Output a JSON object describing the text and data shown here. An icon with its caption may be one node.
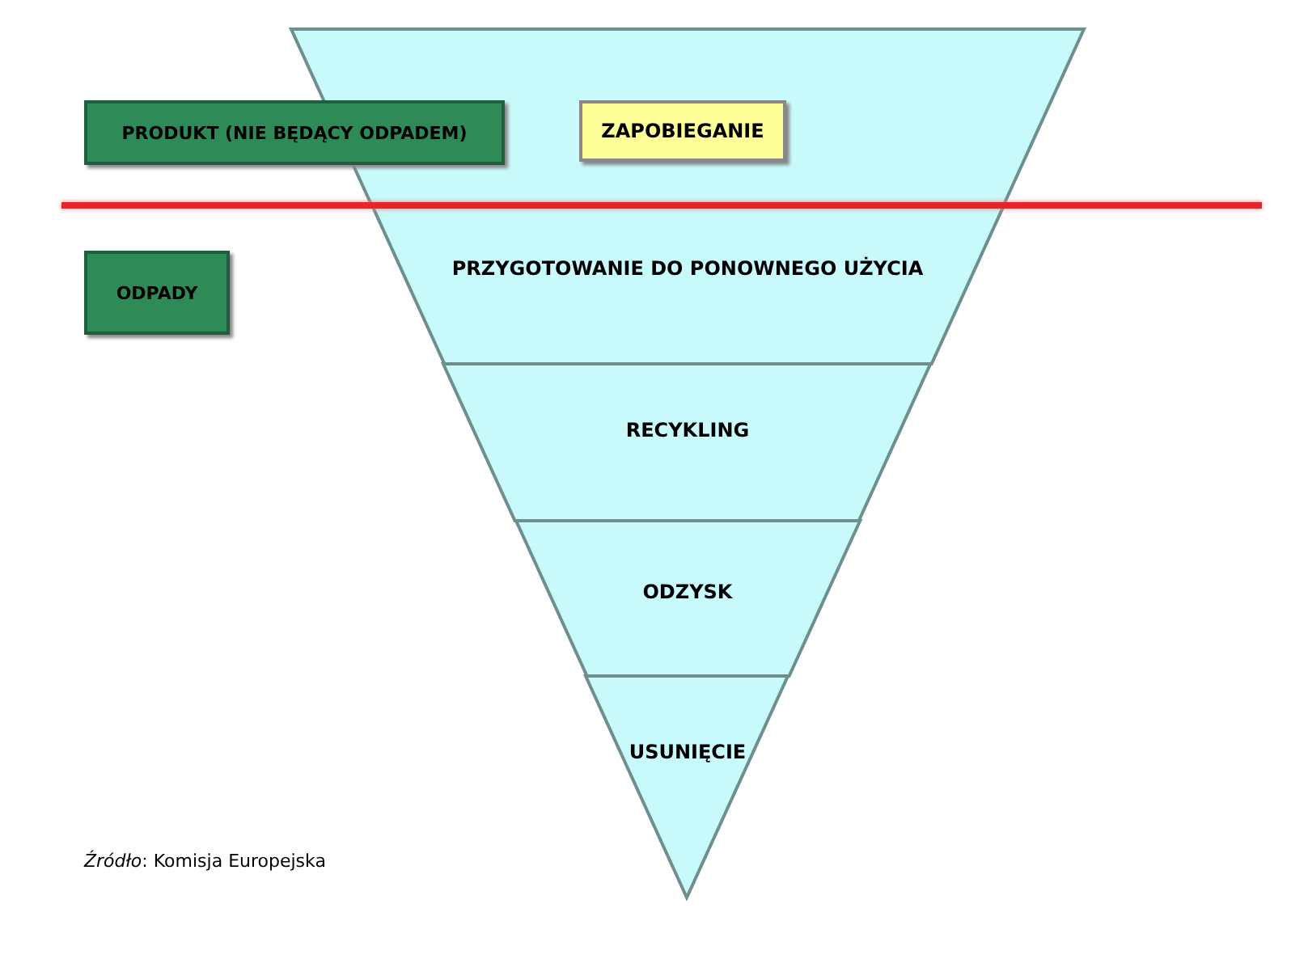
{
  "diagram": {
    "nodes": [
      {
        "text": [
          "PRODUKT (NIE BĘDĄCY ODPADEM)"
        ]
      },
      {
        "text": [],
        "shape": "band"
      },
      {
        "text": [
          "ZAPOBIEGANIE"
        ],
        "in": 1
      },
      {
        "text": [
          "ODPADY"
        ]
      },
      {
        "text": [
          "PRZYGOTOWANIE DO PONOWNEGO UŻYCIA"
        ]
      },
      {
        "text": [
          "RECYKLING"
        ]
      },
      {
        "text": [
          "ODZYSK"
        ]
      },
      {
        "text": [
          "USUNIĘCIE"
        ]
      }
    ],
    "edges": [],
    "labels": [
      "*Źródło*: Komisja Europejska"
    ]
  }
}
